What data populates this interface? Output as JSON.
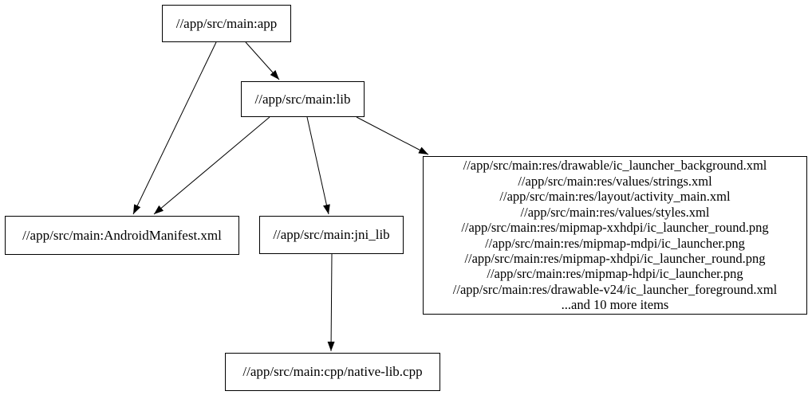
{
  "diagram": {
    "type": "dependency-graph",
    "background_color": "#ffffff",
    "node_border_color": "#000000",
    "node_fill_color": "#ffffff",
    "text_color": "#000000",
    "edge_color": "#000000",
    "nodes": {
      "app": {
        "label": "//app/src/main:app"
      },
      "lib": {
        "label": "//app/src/main:lib"
      },
      "manifest": {
        "label": "//app/src/main:AndroidManifest.xml"
      },
      "jni_lib": {
        "label": "//app/src/main:jni_lib"
      },
      "resources": {
        "lines": [
          "//app/src/main:res/drawable/ic_launcher_background.xml",
          "//app/src/main:res/values/strings.xml",
          "//app/src/main:res/layout/activity_main.xml",
          "//app/src/main:res/values/styles.xml",
          "//app/src/main:res/mipmap-xxhdpi/ic_launcher_round.png",
          "//app/src/main:res/mipmap-mdpi/ic_launcher.png",
          "//app/src/main:res/mipmap-xhdpi/ic_launcher_round.png",
          "//app/src/main:res/mipmap-hdpi/ic_launcher.png",
          "//app/src/main:res/drawable-v24/ic_launcher_foreground.xml",
          "...and 10 more items"
        ]
      },
      "native_lib": {
        "label": "//app/src/main:cpp/native-lib.cpp"
      }
    },
    "edges": [
      {
        "from": "app",
        "to": "lib"
      },
      {
        "from": "app",
        "to": "manifest"
      },
      {
        "from": "lib",
        "to": "manifest"
      },
      {
        "from": "lib",
        "to": "jni_lib"
      },
      {
        "from": "lib",
        "to": "resources"
      },
      {
        "from": "jni_lib",
        "to": "native_lib"
      }
    ]
  }
}
